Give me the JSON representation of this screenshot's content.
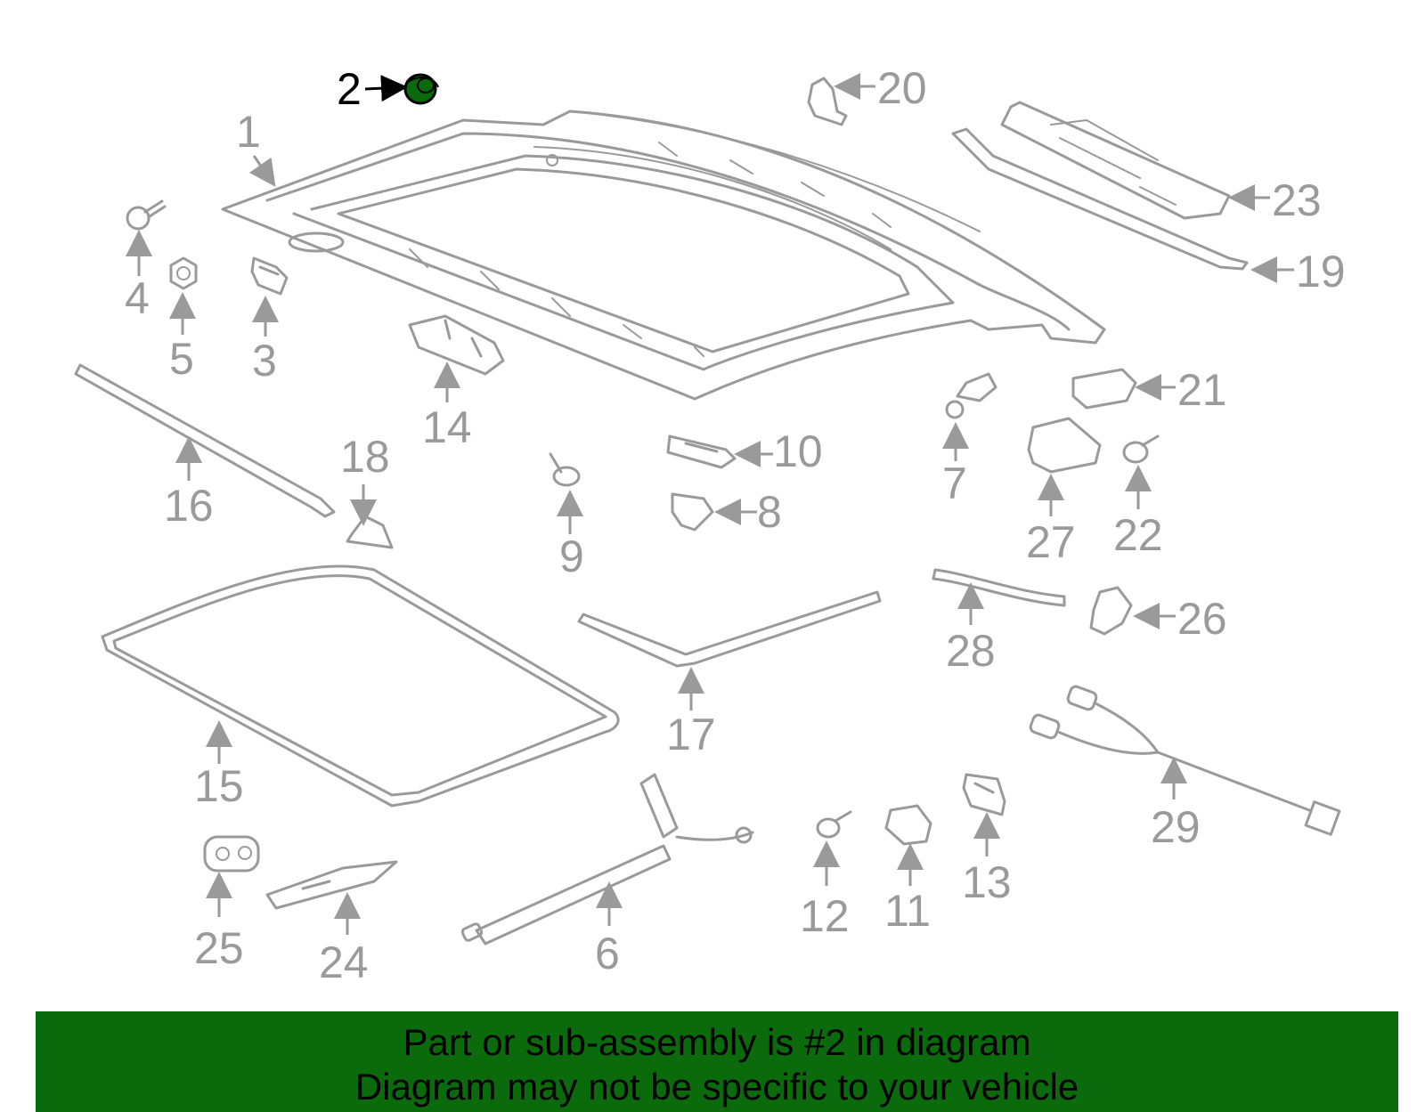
{
  "colors": {
    "line": "#9a9a9a",
    "highlight": "#0b6a0b",
    "banner": "#0b6a0b",
    "text_highlight": "#000000"
  },
  "highlighted_part": "2",
  "callouts": {
    "c1": "1",
    "c2": "2",
    "c3": "3",
    "c4": "4",
    "c5": "5",
    "c6": "6",
    "c7": "7",
    "c8": "8",
    "c9": "9",
    "c10": "10",
    "c11": "11",
    "c12": "12",
    "c13": "13",
    "c14": "14",
    "c15": "15",
    "c16": "16",
    "c17": "17",
    "c18": "18",
    "c19": "19",
    "c20": "20",
    "c21": "21",
    "c22": "22",
    "c23": "23",
    "c24": "24",
    "c25": "25",
    "c26": "26",
    "c27": "27",
    "c28": "28",
    "c29": "29"
  },
  "footer": {
    "line1": "Part or sub-assembly is #2 in diagram",
    "line2": "Diagram may not be specific to your vehicle"
  }
}
